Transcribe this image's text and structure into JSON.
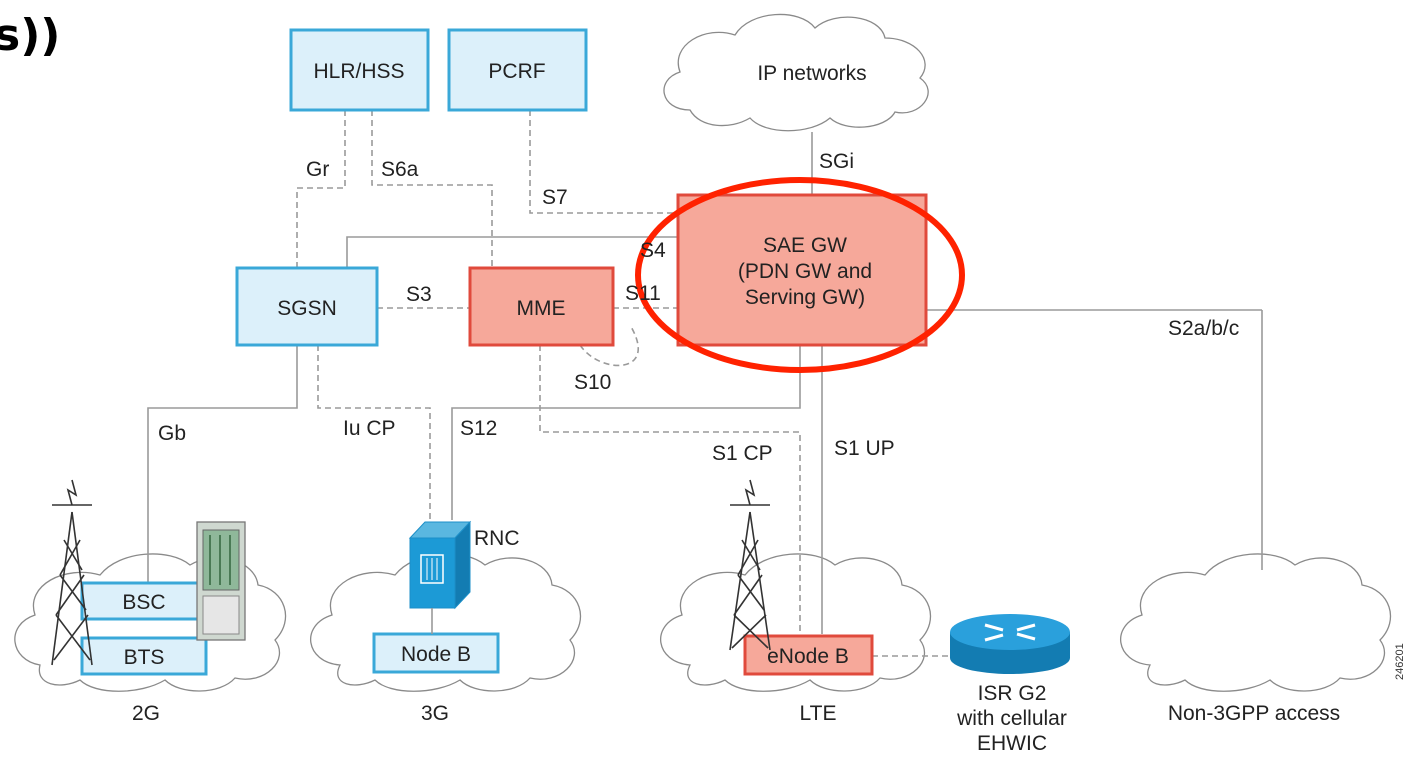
{
  "corner_title": "s))",
  "colors": {
    "blue_box_fill": "#dcf0fa",
    "blue_box_stroke": "#3aa8d8",
    "red_box_fill": "#f6a89a",
    "red_box_stroke": "#e04a3c",
    "highlight_ring": "#ff2200",
    "link_gray": "#9a9a9a",
    "router_blue": "#1c8fc8"
  },
  "nodes": {
    "hlr_hss": "HLR/HSS",
    "pcrf": "PCRF",
    "ip_networks": "IP networks",
    "sae_gw_line1": "SAE GW",
    "sae_gw_line2": "(PDN GW and",
    "sae_gw_line3": "Serving GW)",
    "sgsn": "SGSN",
    "mme": "MME",
    "rnc": "RNC",
    "bsc": "BSC",
    "bts": "BTS",
    "node_b": "Node B",
    "enode_b": "eNode B",
    "isr_line1": "ISR G2",
    "isr_line2": "with cellular",
    "isr_line3": "EHWIC"
  },
  "interfaces": {
    "gr": "Gr",
    "s6a": "S6a",
    "sgi": "SGi",
    "s7": "S7",
    "s4": "S4",
    "s3": "S3",
    "s11": "S11",
    "s10": "S10",
    "s2abc": "S2a/b/c",
    "gb": "Gb",
    "iu_cp": "Iu CP",
    "s12": "S12",
    "s1_cp": "S1 CP",
    "s1_up": "S1 UP"
  },
  "access": {
    "g2": "2G",
    "g3": "3G",
    "lte": "LTE",
    "non3gpp": "Non-3GPP access"
  },
  "figure_id": "246201"
}
